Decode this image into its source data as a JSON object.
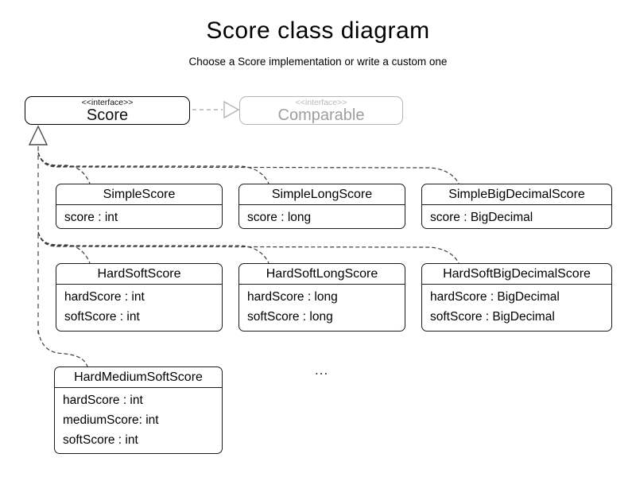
{
  "title": "Score class diagram",
  "subtitle": "Choose a Score implementation or write a custom one",
  "interfaces": {
    "score": {
      "stereotype": "<<interface>>",
      "name": "Score"
    },
    "comparable": {
      "stereotype": "<<interface>>",
      "name": "Comparable"
    }
  },
  "classes": [
    {
      "name": "SimpleScore",
      "attributes": [
        "score : int"
      ]
    },
    {
      "name": "SimpleLongScore",
      "attributes": [
        "score : long"
      ]
    },
    {
      "name": "SimpleBigDecimalScore",
      "attributes": [
        "score : BigDecimal"
      ]
    },
    {
      "name": "HardSoftScore",
      "attributes": [
        "hardScore : int",
        "softScore : int"
      ]
    },
    {
      "name": "HardSoftLongScore",
      "attributes": [
        "hardScore : long",
        "softScore : long"
      ]
    },
    {
      "name": "HardSoftBigDecimalScore",
      "attributes": [
        "hardScore : BigDecimal",
        "softScore : BigDecimal"
      ]
    },
    {
      "name": "HardMediumSoftScore",
      "attributes": [
        "hardScore : int",
        "mediumScore: int",
        "softScore : int"
      ]
    }
  ],
  "ellipsis": "...",
  "relationships": {
    "score_extends_comparable": "Score ..|> Comparable",
    "implementations_realize_score": "each class ..|> Score"
  },
  "colors": {
    "box_border": "#1a1a1a",
    "muted_interface": "#b5b5b5",
    "muted_text": "#9e9e9e",
    "edge_dark": "#3d3d3d",
    "trunk_gray": "#808080",
    "background": "#ffffff"
  }
}
